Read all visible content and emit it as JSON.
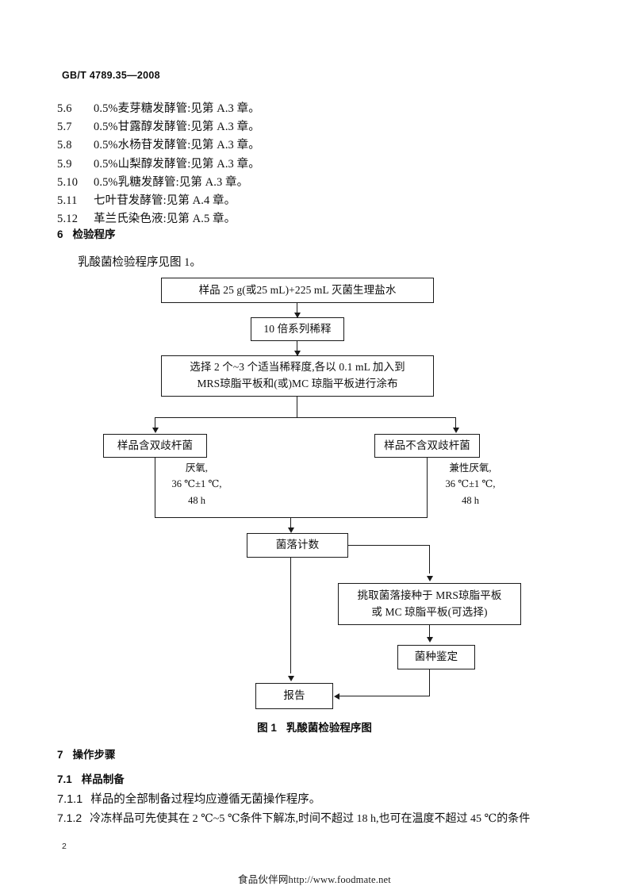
{
  "header": {
    "standard_code": "GB/T 4789.35—2008"
  },
  "clauses": [
    {
      "number": "5.6",
      "text": "0.5%麦芽糖发酵管:见第 A.3 章。"
    },
    {
      "number": "5.7",
      "text": "0.5%甘露醇发酵管:见第 A.3 章。"
    },
    {
      "number": "5.8",
      "text": "0.5%水杨苷发酵管:见第 A.3 章。"
    },
    {
      "number": "5.9",
      "text": "0.5%山梨醇发酵管:见第 A.3 章。"
    },
    {
      "number": "5.10",
      "text": "0.5%乳糖发酵管:见第 A.3 章。"
    },
    {
      "number": "5.11",
      "text": "七叶苷发酵管:见第 A.4 章。"
    },
    {
      "number": "5.12",
      "text": "革兰氏染色液:见第 A.5 章。"
    }
  ],
  "section6": {
    "number": "6",
    "title": "检验程序",
    "intro": "乳酸菌检验程序见图 1。"
  },
  "flowchart": {
    "caption_number": "图 1",
    "caption_title": "乳酸菌检验程序图",
    "nodes": {
      "sample": "样品 25 g(或25 mL)+225 mL 灭菌生理盐水",
      "dilution": "10 倍系列稀释",
      "plating_line1": "选择 2 个~3 个适当稀释度,各以 0.1 mL 加入到",
      "plating_line2": "MRS琼脂平板和(或)MC 琼脂平板进行涂布",
      "branch_with": "样品含双歧杆菌",
      "branch_without": "样品不含双歧杆菌",
      "colony_count": "菌落计数",
      "subculture_line1": "挑取菌落接种于 MRS琼脂平板",
      "subculture_line2": "或 MC 琼脂平板(可选择)",
      "identification": "菌种鉴定",
      "report": "报告"
    },
    "annotations": {
      "left": [
        "厌氧,",
        "36 ℃±1 ℃,",
        "48 h"
      ],
      "right": [
        "兼性厌氧,",
        "36 ℃±1 ℃,",
        "48 h"
      ]
    }
  },
  "section7": {
    "number": "7",
    "title": "操作步骤",
    "sub_number": "7.1",
    "sub_title": "样品制备",
    "item1_no": "7.1.1",
    "item1_text": "样品的全部制备过程均应遵循无菌操作程序。",
    "item2_no": "7.1.2",
    "item2_text": "冷冻样品可先使其在 2 ℃~5 ℃条件下解冻,时间不超过 18 h,也可在温度不超过 45 ℃的条件"
  },
  "footer": {
    "page_number": "2",
    "watermark": "食品伙伴网http://www.foodmate.net"
  }
}
